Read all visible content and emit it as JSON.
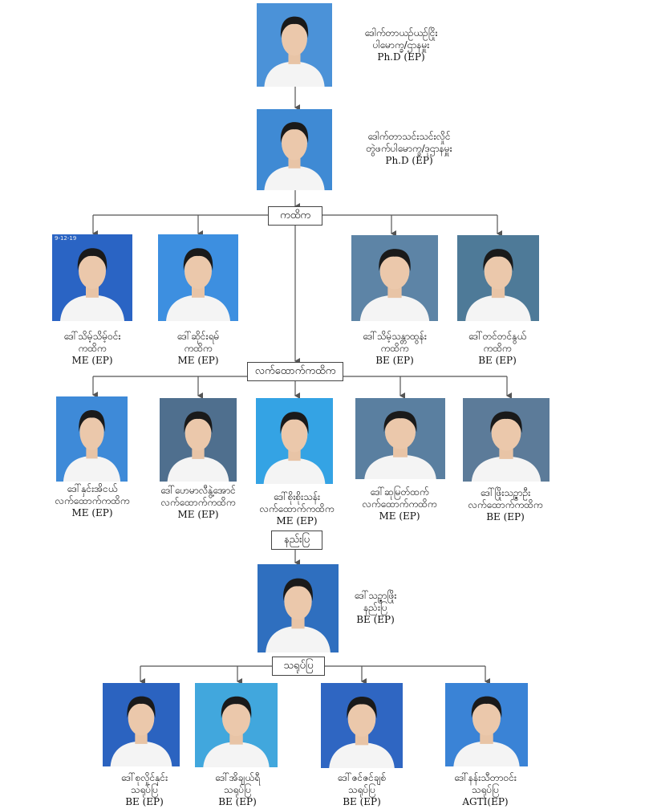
{
  "colors": {
    "line": "#555555",
    "photo_bg_blue": "#2f74c8",
    "photo_bg_light": "#4a8fd6",
    "photo_bg_gray": "#5e7b96",
    "shirt_white": "#f4f4f4"
  },
  "head": {
    "name": "ဒေါက်တာယဉ်ယဉ်ငြိုး",
    "role": "ပါမောက္ခ/ဌာနမှူး",
    "degree": "Ph.D (EP)"
  },
  "deputy": {
    "name": "ဒေါက်တာသင်းသင်းလှိုင်",
    "role": "တွဲဖက်ပါမောက္ခ/ဒုဌာနမှူး",
    "degree": "Ph.D (EP)"
  },
  "level_labels": {
    "lecturer": "ကထိက",
    "assistant_lecturer": "လက်ထောက်ကထိက",
    "tutor": "နည်းပြ",
    "demonstrator": "သရုပ်ပြ"
  },
  "lecturers": [
    {
      "name": "ဒေါ်သိမ့်သိမ့်ဝင်း",
      "role": "ကထိက",
      "degree": "ME (EP)",
      "stamp": "9-12-19"
    },
    {
      "name": "ဒေါ်ဆိုင်းရမ်",
      "role": "ကထိက",
      "degree": "ME (EP)"
    },
    {
      "name": "ဒေါ်သိမ့်သန္တာထွန်း",
      "role": "ကထိက",
      "degree": "BE (EP)"
    },
    {
      "name": "ဒေါ်တင်တင်နွယ်",
      "role": "ကထိက",
      "degree": "BE (EP)"
    }
  ],
  "assistant_lecturers": [
    {
      "name": "ဒေါ်နှင်းအိငယ်",
      "role": "လက်ထောက်ကထိက",
      "degree": "ME (EP)"
    },
    {
      "name": "ဒေါ်ဟေမာလီနွဲ့အောင်",
      "role": "လက်ထောက်ကထိက",
      "degree": "ME (EP)"
    },
    {
      "name": "ဒေါ်စိုးစိုးသန်း",
      "role": "လက်ထောက်ကထိက",
      "degree": "ME  (EP)"
    },
    {
      "name": "ဒေါ်ဆုမြတ်ထက်",
      "role": "လက်ထောက်ကထိက",
      "degree": "ME (EP)"
    },
    {
      "name": "ဒေါ်ဖြိုးသဉ္ဇာဦး",
      "role": "လက်ထောက်ကထိက",
      "degree": "BE (EP)"
    }
  ],
  "tutor": {
    "name": "ဒေါ်သဉ္ဇာဖြိုး",
    "role": "နည်းပြ",
    "degree": "BE (EP)"
  },
  "demonstrators": [
    {
      "name": "ဒေါ်စုလှိုင်နှင်း",
      "role": "သရုပ်ပြ",
      "degree": "BE (EP)"
    },
    {
      "name": "ဒေါ်အိချယ်ရီ",
      "role": "သရုပ်ပြ",
      "degree": "BE (EP)"
    },
    {
      "name": "ဒေါ်ဇင်ဇင်ချစ်",
      "role": "သရုပ်ပြ",
      "degree": "BE (EP)"
    },
    {
      "name": "ဒေါ်နန်းသီတာဝင်း",
      "role": "သရုပ်ပြ",
      "degree": "AGTI(EP)"
    }
  ]
}
